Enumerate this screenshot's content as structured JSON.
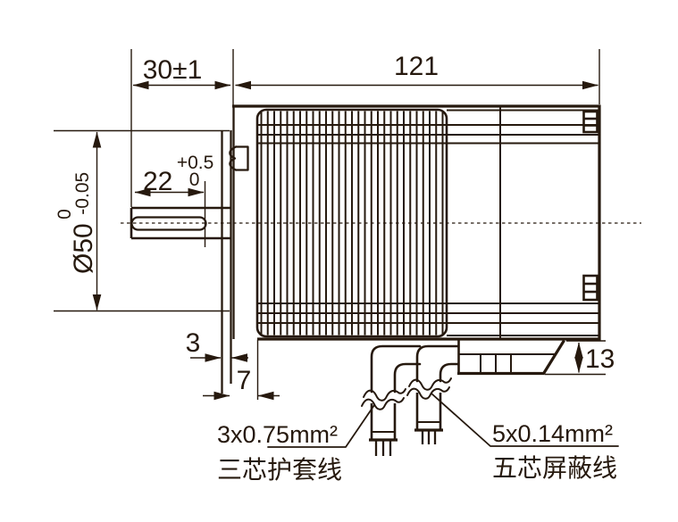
{
  "drawing": {
    "dims": {
      "shaft_extension": "30±1",
      "body_length": "121",
      "keyway_length": {
        "value": "22",
        "tol_upper": "+0.5",
        "tol_lower": "0"
      },
      "shaft_diameter": {
        "value": "Ø50",
        "tol_upper": "0",
        "tol_lower": "-0.05"
      },
      "flange_thickness": "3",
      "pilot_depth": "7",
      "connector_height": "13"
    },
    "cable_power": {
      "spec": "3x0.75mm²",
      "label": "三芯护套线"
    },
    "cable_signal": {
      "spec": "5x0.14mm²",
      "label": "五芯屏蔽线"
    },
    "colors": {
      "ink": "#26190e",
      "paper": "#ffffff"
    }
  }
}
